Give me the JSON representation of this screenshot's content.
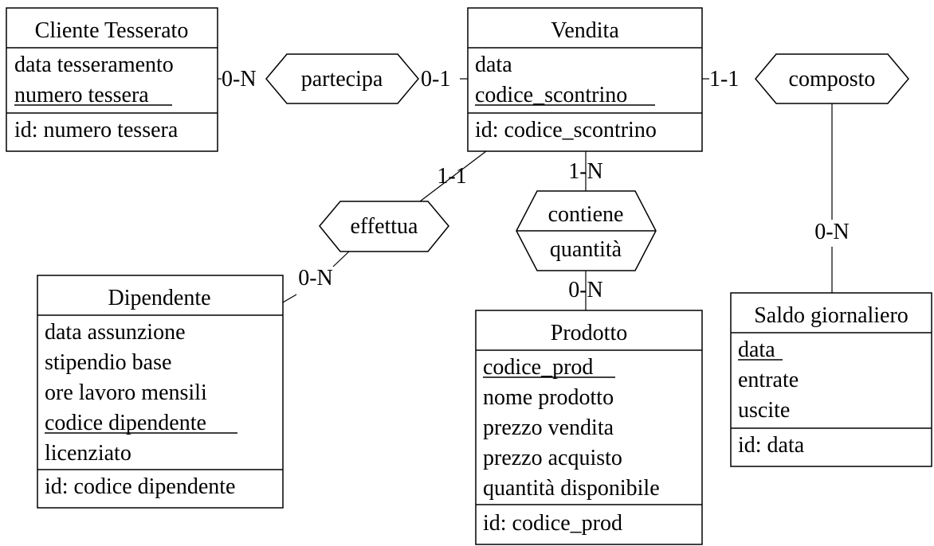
{
  "entities": {
    "cliente": {
      "title": "Cliente Tesserato",
      "attrs": [
        "data tesseramento",
        "numero tessera"
      ],
      "id": "id: numero tessera"
    },
    "vendita": {
      "title": "Vendita",
      "attrs": [
        "data",
        "codice_scontrino"
      ],
      "id": "id: codice_scontrino"
    },
    "dipendente": {
      "title": "Dipendente",
      "attrs": [
        "data assunzione",
        "stipendio base",
        "ore lavoro mensili",
        "codice dipendente",
        "licenziato"
      ],
      "id": "id: codice dipendente"
    },
    "prodotto": {
      "title": "Prodotto",
      "attrs": [
        "codice_prod",
        "nome prodotto",
        "prezzo vendita",
        "prezzo acquisto",
        "quantità disponibile"
      ],
      "id": "id: codice_prod"
    },
    "saldo": {
      "title": "Saldo giornaliero",
      "attrs": [
        "data",
        "entrate",
        "uscite"
      ],
      "id": "id: data"
    }
  },
  "relationships": {
    "partecipa": {
      "name": "partecipa"
    },
    "composto": {
      "name": "composto"
    },
    "effettua": {
      "name": "effettua"
    },
    "contiene": {
      "name": "contiene",
      "attr": "quantità"
    }
  },
  "cardinalities": {
    "cliente_partecipa": "0-N",
    "vendita_partecipa": "0-1",
    "vendita_composto": "1-1",
    "saldo_composto": "0-N",
    "vendita_effettua": "1-1",
    "dipendente_effettua": "0-N",
    "vendita_contiene": "1-N",
    "prodotto_contiene": "0-N"
  }
}
